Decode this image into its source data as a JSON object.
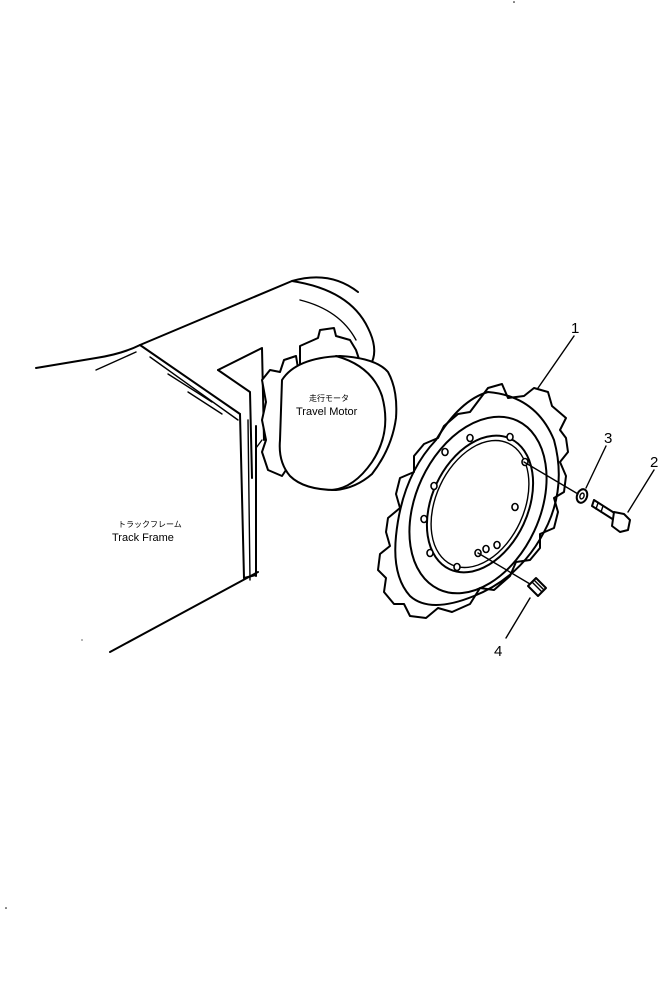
{
  "labels": {
    "travel_motor_jp": "走行モータ",
    "travel_motor_en": "Travel Motor",
    "track_frame_jp": "トラックフレーム",
    "track_frame_en": "Track Frame"
  },
  "callouts": {
    "sprocket": "1",
    "bolt": "2",
    "washer": "3",
    "plug": "4"
  }
}
